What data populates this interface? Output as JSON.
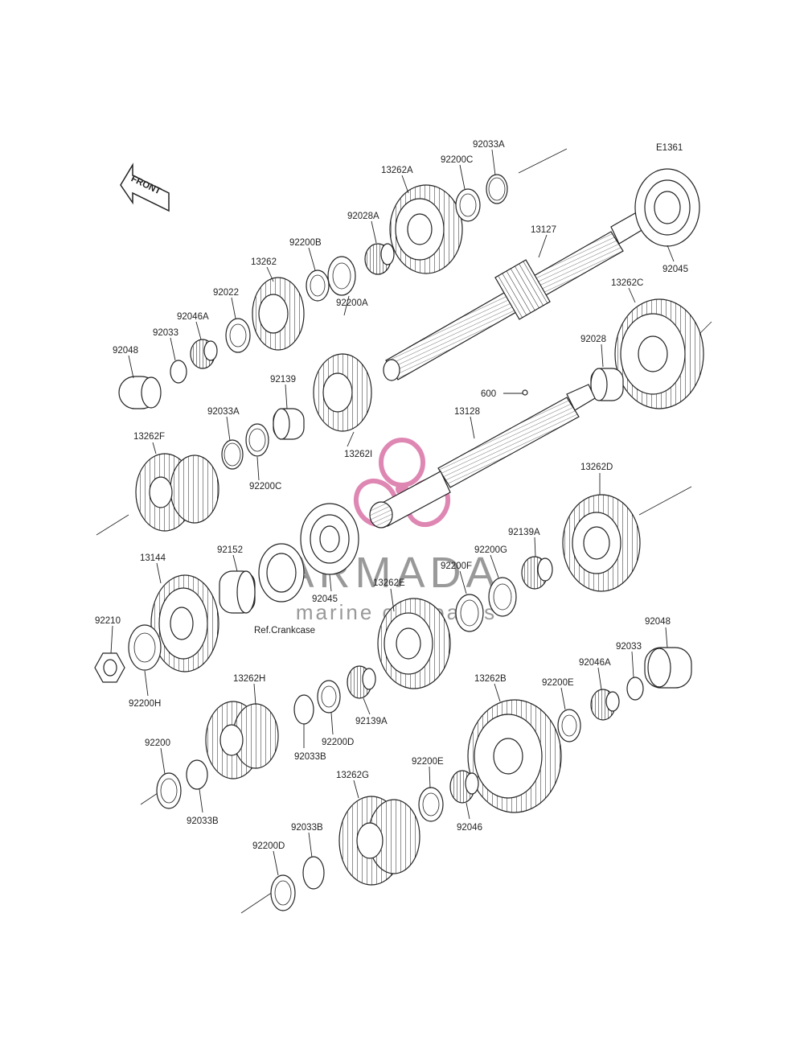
{
  "diagram_code": "E1361",
  "front_label": "FRONT",
  "watermark": {
    "brand": "ARMADA",
    "tagline": "marine outboards",
    "accent": "#d5609a"
  },
  "ref_note": "Ref.Crankcase",
  "callout_600": "600",
  "labels": {
    "p13262A": "13262A",
    "p92200C_top": "92200C",
    "p92033A_top": "92033A",
    "p92028A": "92028A",
    "p92200B": "92200B",
    "p13262": "13262",
    "p92022": "92022",
    "p92046A_top": "92046A",
    "p92033_top": "92033",
    "p92048_top": "92048",
    "p92200A": "92200A",
    "p13127": "13127",
    "p92045_top": "92045",
    "p13262C": "13262C",
    "p92028": "92028",
    "p92139": "92139",
    "p13262I": "13262I",
    "p92033A_mid": "92033A",
    "p92200C_mid": "92200C",
    "p13262F": "13262F",
    "p13128": "13128",
    "p13262D": "13262D",
    "p92139A_top": "92139A",
    "p92200G": "92200G",
    "p92200F": "92200F",
    "p13262E": "13262E",
    "p92045_mid": "92045",
    "p92152": "92152",
    "p13144": "13144",
    "p92210": "92210",
    "p92200H": "92200H",
    "p92048_bot": "92048",
    "p92033_bot": "92033",
    "p92046A_bot": "92046A",
    "p92200E_a": "92200E",
    "p13262B": "13262B",
    "p13262H": "13262H",
    "p92139A_bot": "92139A",
    "p92200D_a": "92200D",
    "p92033B_a": "92033B",
    "p92200": "92200",
    "p92033B_b": "92033B",
    "p92200E_b": "92200E",
    "p92046": "92046",
    "p13262G": "13262G",
    "p92033B_c": "92033B",
    "p92200D_b": "92200D"
  }
}
